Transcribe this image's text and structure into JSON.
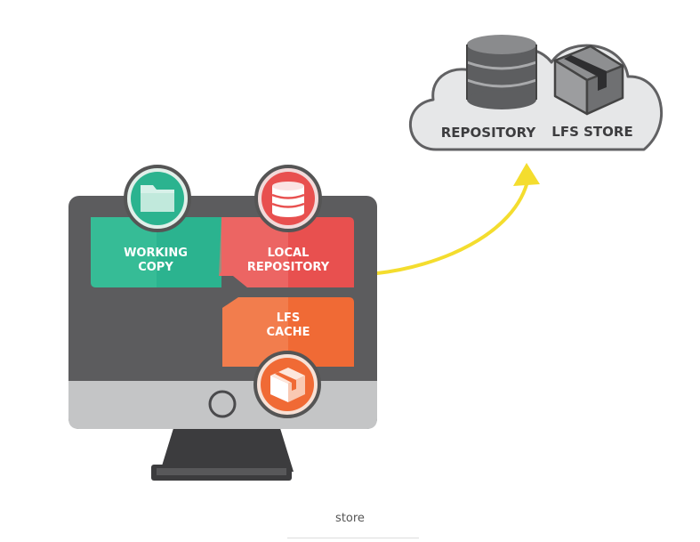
{
  "cloud": {
    "repository_label": "REPOSITORY",
    "lfs_store_label": "LFS STORE"
  },
  "computer": {
    "working_copy_line1": "WORKING",
    "working_copy_line2": "COPY",
    "local_repo_line1": "LOCAL",
    "local_repo_line2": "REPOSITORY",
    "lfs_cache_line1": "LFS",
    "lfs_cache_line2": "CACHE"
  },
  "caption": "store",
  "colors": {
    "green": "#2bb38f",
    "red": "#e8504f",
    "orange": "#f06a35",
    "monitor_dark": "#5c5c5e",
    "monitor_light": "#c4c5c6",
    "cloud_fill": "#e6e7e8",
    "arrow": "#f4dd2e"
  },
  "icons": {
    "working_copy": "folder-icon",
    "local_repository": "database-icon",
    "lfs_cache": "box-icon",
    "cloud_repository": "database-icon",
    "cloud_lfs_store": "box-icon"
  }
}
